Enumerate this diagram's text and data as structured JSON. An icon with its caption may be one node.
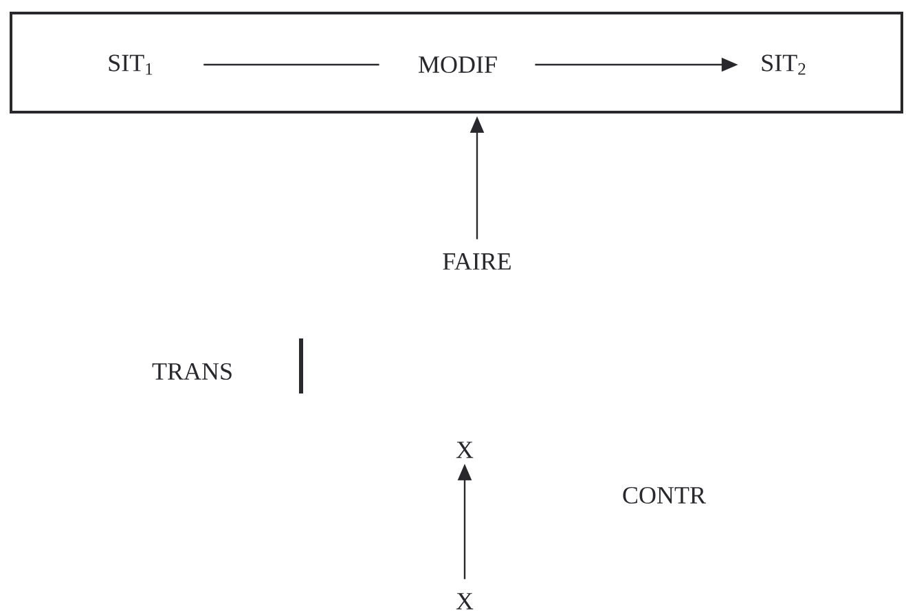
{
  "diagram": {
    "nodes": [
      {
        "text": [],
        "shape": "box"
      },
      {
        "text": [
          "SIT$_{1}$"
        ],
        "in": 0
      },
      {
        "text": [
          "MODIF"
        ],
        "in": 0
      },
      {
        "text": [
          "SIT$_{2}$"
        ],
        "in": 0
      },
      {
        "text": [
          "FAIRE"
        ]
      },
      {
        "text": [
          "X"
        ]
      },
      {
        "text": [
          "X"
        ]
      }
    ],
    "edges": [
      {
        "from": 1,
        "to": 2,
        "arrow": "none"
      },
      {
        "from": 2,
        "to": 3,
        "arrow": "to"
      },
      {
        "from": 4,
        "to": 0,
        "arrow": "to"
      },
      {
        "from": 6,
        "to": 5,
        "arrow": "to"
      }
    ],
    "labels": [
      "TRANS",
      "CONTR"
    ]
  }
}
